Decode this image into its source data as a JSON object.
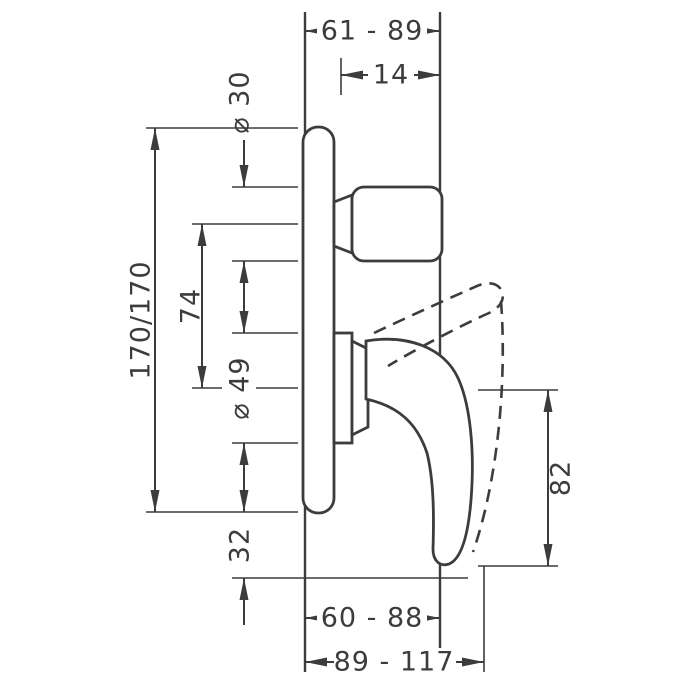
{
  "drawing": {
    "title": "concealed-mixer-installation-dimensions",
    "background_color": "#ffffff",
    "line_color": "#3c3c3c",
    "dimensions": {
      "top_depth_range": "61 - 89",
      "handle_projection": "14",
      "overall_height": "170/170",
      "handle_diameter": "⌀ 30",
      "axis_distance": "74",
      "sleeve_diameter": "⌀ 49",
      "bottom_offset": "32",
      "lever_length": "82",
      "bottom_depth_range": "60 - 88",
      "bottom_total_range": "89 - 117"
    }
  }
}
